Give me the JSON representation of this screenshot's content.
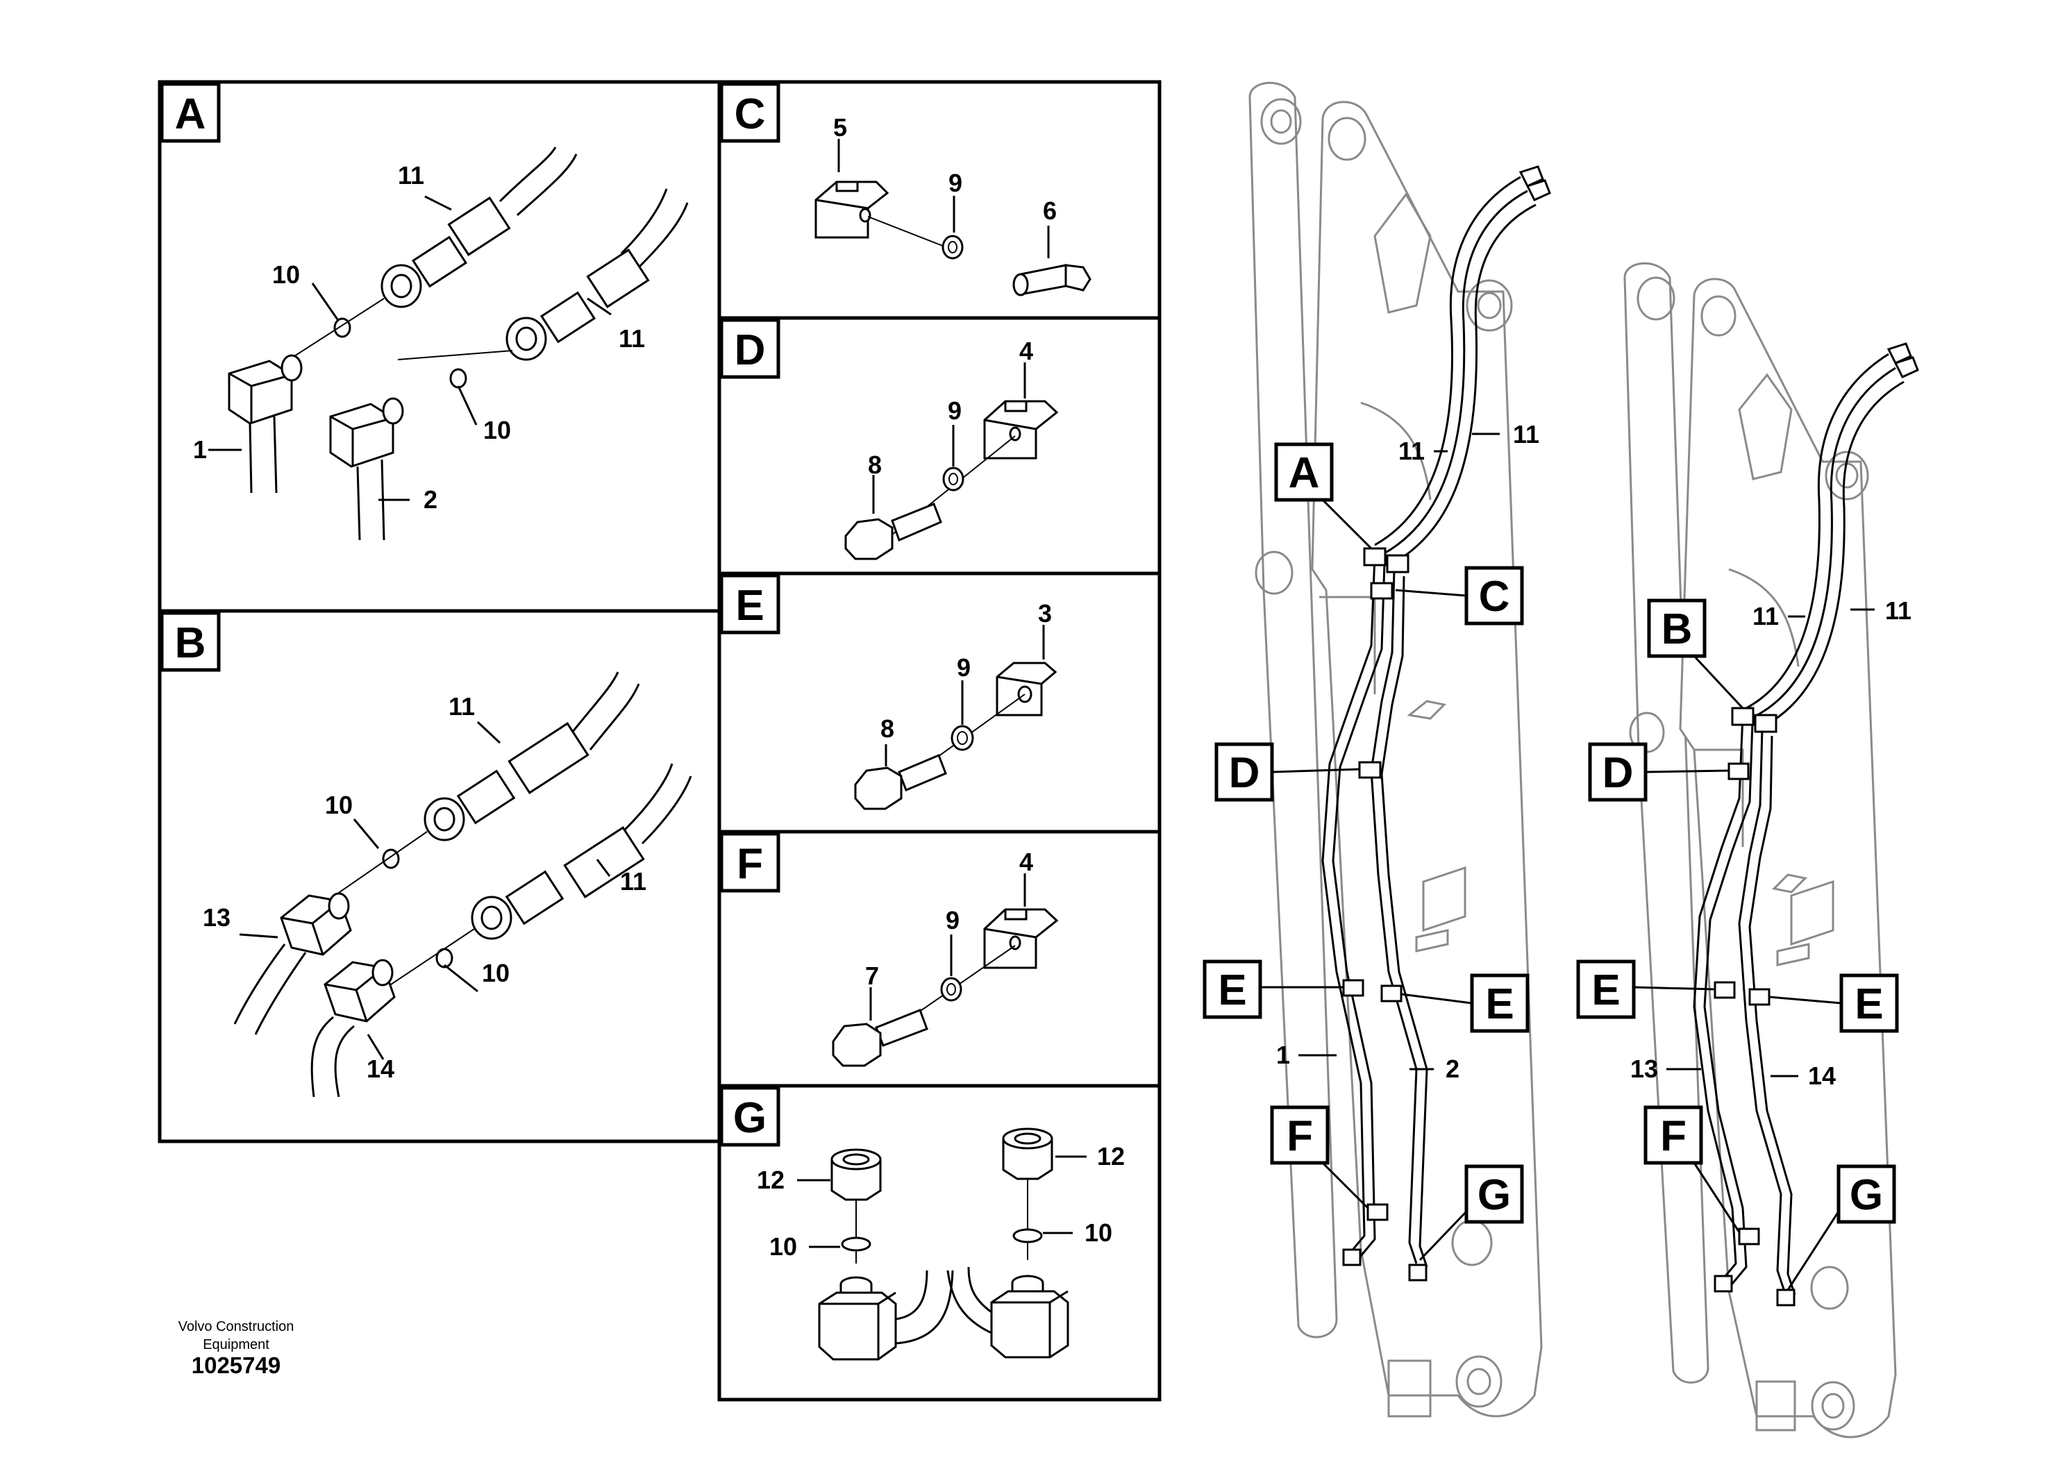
{
  "panels": {
    "A": {
      "letter": "A",
      "labels": [
        "11",
        "10",
        "11",
        "10",
        "1",
        "2"
      ]
    },
    "B": {
      "letter": "B",
      "labels": [
        "11",
        "10",
        "11",
        "13",
        "10",
        "14"
      ]
    },
    "C": {
      "letter": "C",
      "labels": [
        "5",
        "9",
        "6"
      ]
    },
    "D": {
      "letter": "D",
      "labels": [
        "4",
        "9",
        "8"
      ]
    },
    "E": {
      "letter": "E",
      "labels": [
        "3",
        "9",
        "8"
      ]
    },
    "F": {
      "letter": "F",
      "labels": [
        "4",
        "9",
        "7"
      ]
    },
    "G": {
      "letter": "G",
      "labels": [
        "12",
        "12",
        "10",
        "10"
      ]
    }
  },
  "boom_left": {
    "callouts": [
      "A",
      "C",
      "D",
      "E",
      "E",
      "F",
      "G"
    ],
    "labels": [
      "11",
      "11",
      "1",
      "2"
    ]
  },
  "boom_right": {
    "callouts": [
      "B",
      "D",
      "E",
      "E",
      "F",
      "G"
    ],
    "labels": [
      "11",
      "11",
      "13",
      "14"
    ]
  },
  "footer": {
    "manufacturer_line1": "Volvo Construction",
    "manufacturer_line2": "Equipment",
    "document_number": "1025749"
  }
}
